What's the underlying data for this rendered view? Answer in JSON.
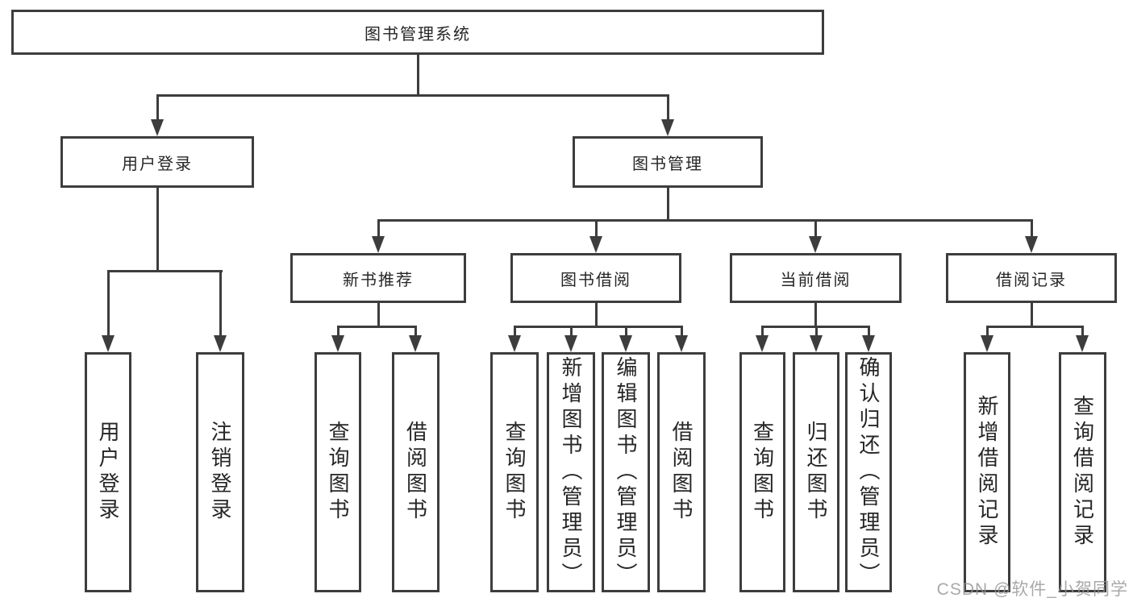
{
  "diagram": {
    "root": "图书管理系统",
    "level2": [
      {
        "label": "用户登录",
        "leaves": [
          "用户登录",
          "注销登录"
        ]
      },
      {
        "label": "图书管理",
        "level3": [
          {
            "label": "新书推荐",
            "leaves": [
              "查询图书",
              "借阅图书"
            ]
          },
          {
            "label": "图书借阅",
            "leaves": [
              "查询图书",
              "新增图书（管理员）",
              "编辑图书（管理员）",
              "借阅图书"
            ]
          },
          {
            "label": "当前借阅",
            "leaves": [
              "查询图书",
              "归还图书",
              "确认归还（管理员）"
            ]
          },
          {
            "label": "借阅记录",
            "leaves": [
              "新增借阅记录",
              "查询借阅记录"
            ]
          }
        ]
      }
    ]
  },
  "watermark": {
    "text": "CSDN @软件_小贺同学"
  },
  "colors": {
    "line": "#3d3d3d",
    "text": "#262626",
    "background": "#ffffff",
    "watermark": "#949494"
  }
}
